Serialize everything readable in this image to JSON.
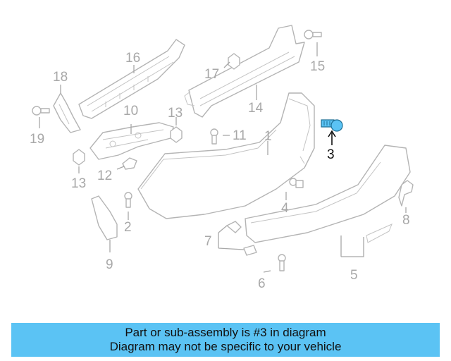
{
  "diagram": {
    "highlight_part": "3",
    "highlight_color": "#5bc3f4",
    "line_color": "#b4b4b4",
    "callouts": {
      "p1": "1",
      "p2": "2",
      "p3": "3",
      "p4": "4",
      "p5": "5",
      "p6": "6",
      "p7": "7",
      "p8": "8",
      "p9": "9",
      "p10": "10",
      "p11": "11",
      "p12": "12",
      "p13a": "13",
      "p13b": "13",
      "p14": "14",
      "p15": "15",
      "p16": "16",
      "p17": "17",
      "p18": "18",
      "p19": "19"
    }
  },
  "banner": {
    "line1": "Part or sub-assembly is #3 in diagram",
    "line2": "Diagram may not be specific to your vehicle",
    "background": "#5bc3f4"
  }
}
